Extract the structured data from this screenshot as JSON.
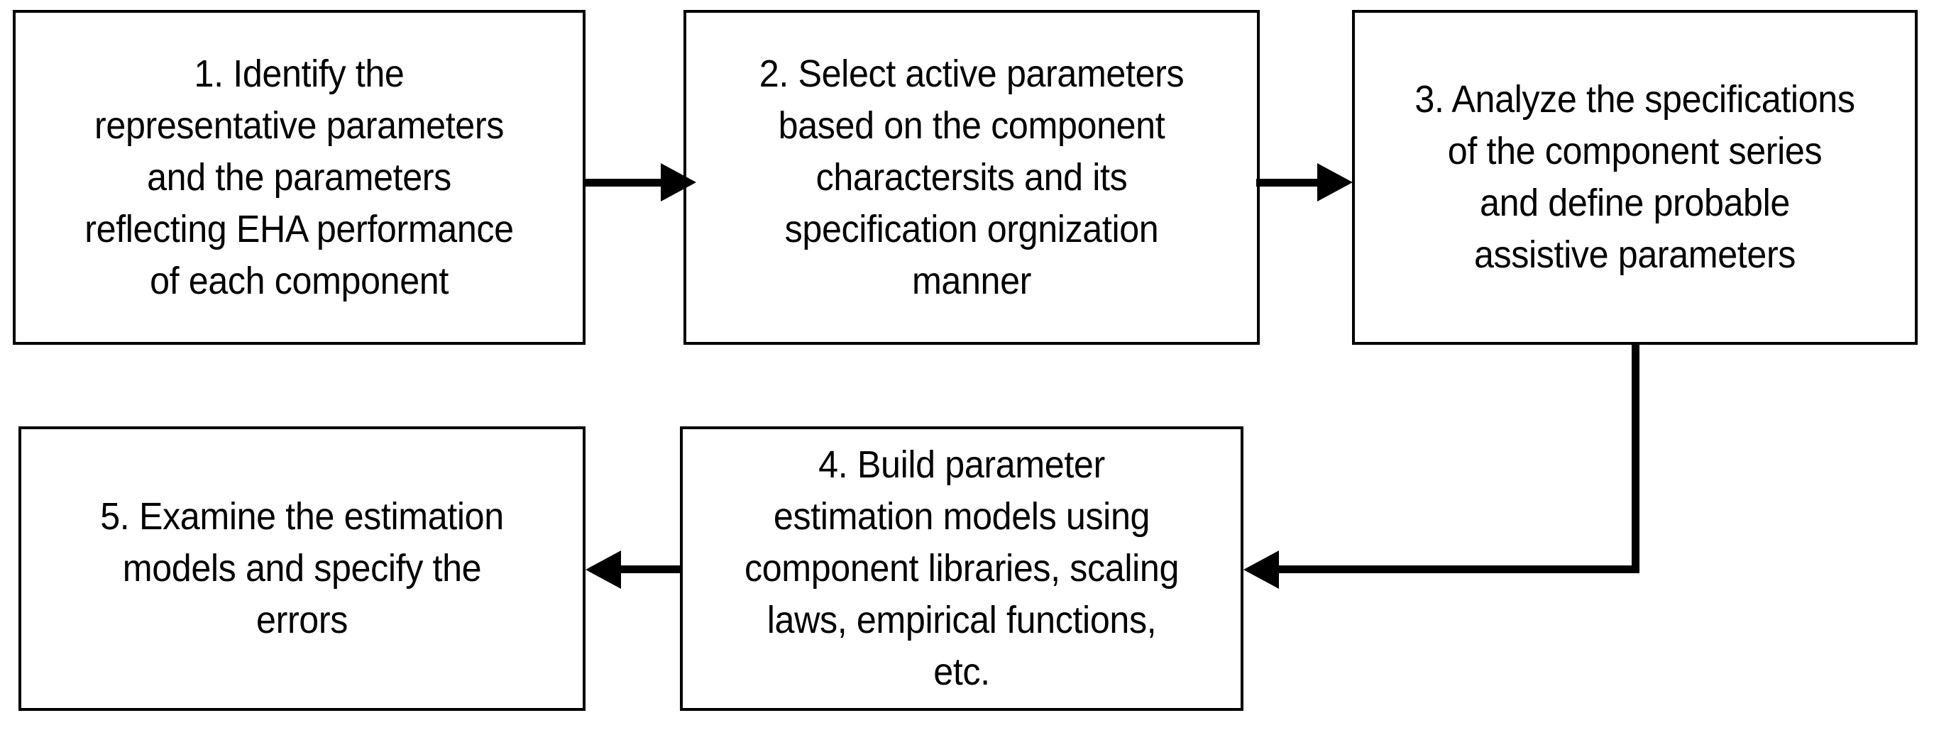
{
  "diagram": {
    "type": "flowchart",
    "orientation": "two-row-serpentine",
    "background_color": "#ffffff",
    "stroke_color": "#000000",
    "text_color": "#000000",
    "nodes": [
      {
        "id": "step-1",
        "number": "1",
        "text": "1. Identify the\nrepresentative parameters\nand the parameters\nreflecting EHA performance\nof each component"
      },
      {
        "id": "step-2",
        "number": "2",
        "text": "2. Select active parameters\nbased on the component\ncharactersits and its\nspecification orgnization\nmanner"
      },
      {
        "id": "step-3",
        "number": "3",
        "text": "3. Analyze the specifications\nof the component series\nand define probable\nassistive parameters"
      },
      {
        "id": "step-4",
        "number": "4",
        "text": "4. Build parameter\nestimation models using\ncomponent libraries, scaling\nlaws, empirical functions,\netc."
      },
      {
        "id": "step-5",
        "number": "5",
        "text": "5. Examine the estimation\nmodels and specify the\nerrors"
      }
    ],
    "edges": [
      {
        "id": "edge-1-2",
        "from": "step-1",
        "to": "step-2",
        "direction": "right"
      },
      {
        "id": "edge-2-3",
        "from": "step-2",
        "to": "step-3",
        "direction": "right"
      },
      {
        "id": "edge-3-4",
        "from": "step-3",
        "to": "step-4",
        "direction": "down-then-left"
      },
      {
        "id": "edge-4-5",
        "from": "step-4",
        "to": "step-5",
        "direction": "left"
      }
    ]
  }
}
